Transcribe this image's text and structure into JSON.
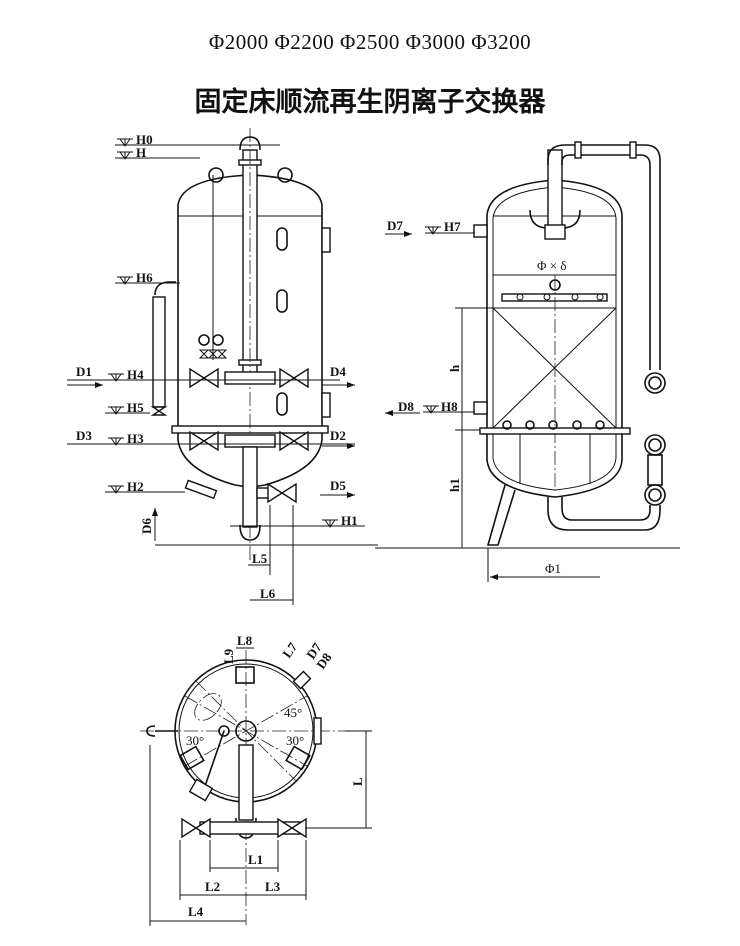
{
  "header": {
    "sizes": "Φ2000  Φ2200  Φ2500  Φ3000  Φ3200",
    "title": "固定床顺流再生阴离子交换器"
  },
  "front_view": {
    "levels": [
      "H0",
      "H",
      "H6",
      "H4",
      "H5",
      "H3",
      "H2",
      "H1"
    ],
    "ports": [
      "D1",
      "D4",
      "D3",
      "D2",
      "D5",
      "D6"
    ],
    "dims": [
      "L5",
      "L6"
    ]
  },
  "side_view": {
    "levels": [
      "H7",
      "H8"
    ],
    "ports": [
      "D7",
      "D8"
    ],
    "shell": "Φ × δ",
    "dims": [
      "h",
      "h1",
      "Φ1"
    ]
  },
  "plan_view": {
    "dims": [
      "L8",
      "L9",
      "L7",
      "D7",
      "D8",
      "L",
      "L1",
      "L2",
      "L3",
      "L4"
    ],
    "angles": [
      "45°",
      "30°",
      "30°"
    ]
  }
}
